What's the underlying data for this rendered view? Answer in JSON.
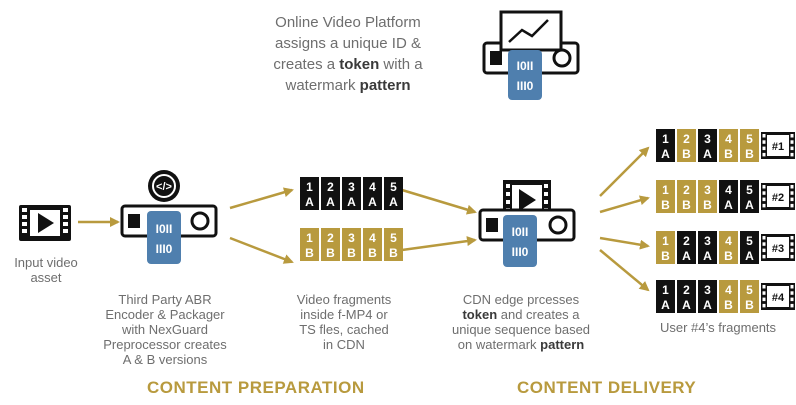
{
  "platform": {
    "line1": "Online Video Platform",
    "line2": "assigns a unique ID &",
    "line3_pre": "creates a ",
    "line3_bold": "token",
    "line3_post": " with a",
    "line4_pre": "watermark ",
    "line4_bold": "pattern"
  },
  "input_label": [
    "Input video",
    "asset"
  ],
  "encoder_label": [
    "Third Party ABR",
    "Encoder & Packager",
    "with NexGuard",
    "Preprocessor creates",
    "A & B versions"
  ],
  "fragments_label": [
    "Video fragments",
    "inside f-MP4 or",
    "TS fles, cached",
    "in CDN"
  ],
  "cdn_label": {
    "line1": "CDN edge prcesses",
    "line2_bold": "token",
    "line2_post": " and creates a",
    "line3": "unique sequence based",
    "line4_pre": "on watermark ",
    "line4_bold": "pattern"
  },
  "user_label": "User #4’s fragments",
  "sections": {
    "preparation": "CONTENT PREPARATION",
    "delivery": "CONTENT DELIVERY"
  },
  "code_icon_text": "</>",
  "chip_text": [
    "I0II",
    "III0"
  ],
  "fragment_numbers": [
    "1",
    "2",
    "3",
    "4",
    "5"
  ],
  "stream_a": [
    "A",
    "A",
    "A",
    "A",
    "A"
  ],
  "stream_b": [
    "B",
    "B",
    "B",
    "B",
    "B"
  ],
  "users": [
    {
      "tag": "#1",
      "letters": [
        "A",
        "B",
        "A",
        "B",
        "B"
      ]
    },
    {
      "tag": "#2",
      "letters": [
        "B",
        "B",
        "B",
        "A",
        "A"
      ]
    },
    {
      "tag": "#3",
      "letters": [
        "B",
        "A",
        "A",
        "B",
        "A"
      ]
    },
    {
      "tag": "#4",
      "letters": [
        "A",
        "A",
        "A",
        "B",
        "B"
      ]
    }
  ],
  "colors": {
    "gold": "#b89a3e",
    "dark": "#111111",
    "chip": "#4f7fae",
    "text": "#6e6e6e"
  }
}
